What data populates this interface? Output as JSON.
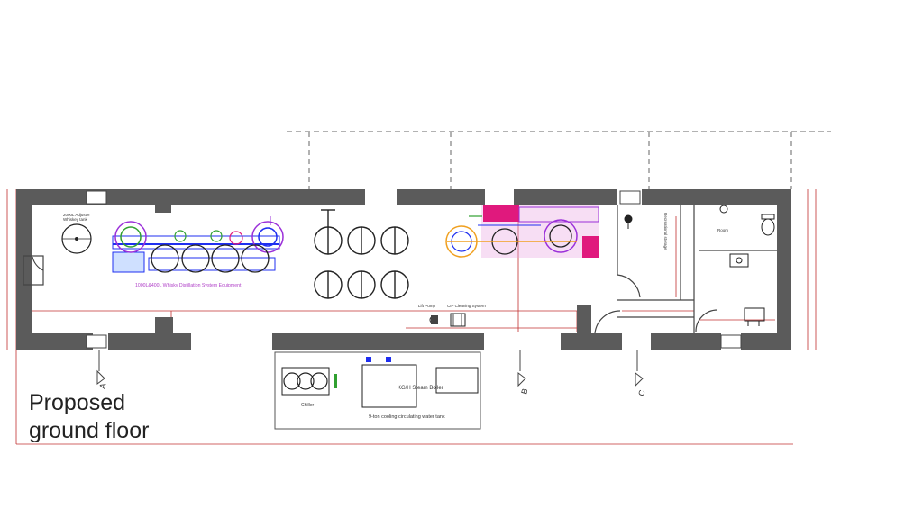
{
  "title": {
    "line1": "Proposed",
    "line2": "ground floor"
  },
  "labels": {
    "adjuster_line1": "2000L Adjuster",
    "adjuster_line2": "Whiskey tank",
    "distillation": "1000L&400L Whisky Distillation System Equipment",
    "lift_pump": "Lift Pump",
    "cip": "CIP Cleaning System",
    "chiller": "Chiller",
    "boiler": "KG/H Steam Boiler",
    "water_tank": "9-ton cooling circulating water tank",
    "storage": "Recreational storage",
    "room": "Room"
  },
  "sections": {
    "a": "A",
    "b": "B",
    "c": "C"
  },
  "colors": {
    "wall": "#5b5b5b",
    "equipment": "#1f2ff0",
    "magenta": "#e0197d",
    "purple": "#9b30d9",
    "orange": "#f0a020",
    "green": "#30a030"
  }
}
